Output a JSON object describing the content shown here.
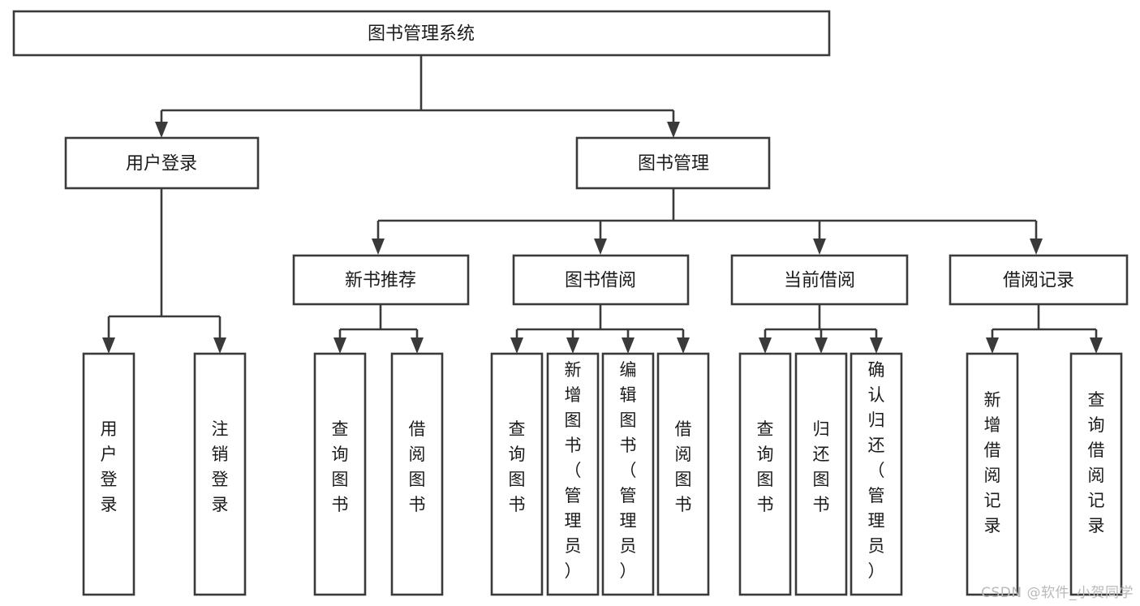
{
  "diagram": {
    "type": "tree",
    "title": "图书管理系统",
    "orientation": "top-down",
    "root": {
      "id": "root",
      "label": "图书管理系统",
      "text_direction": "horizontal"
    },
    "level1": [
      {
        "id": "user-login",
        "label": "用户登录",
        "text_direction": "horizontal"
      },
      {
        "id": "book-manage",
        "label": "图书管理",
        "text_direction": "horizontal"
      }
    ],
    "level2": [
      {
        "id": "new-book-recommend",
        "label": "新书推荐",
        "parent": "book-manage",
        "text_direction": "horizontal"
      },
      {
        "id": "book-borrow",
        "label": "图书借阅",
        "parent": "book-manage",
        "text_direction": "horizontal"
      },
      {
        "id": "current-borrow",
        "label": "当前借阅",
        "parent": "book-manage",
        "text_direction": "horizontal"
      },
      {
        "id": "borrow-record",
        "label": "借阅记录",
        "parent": "book-manage",
        "text_direction": "horizontal"
      }
    ],
    "leaves": [
      {
        "id": "leaf-user-login",
        "label": "用户登录",
        "parent": "user-login",
        "text_direction": "vertical"
      },
      {
        "id": "leaf-logout",
        "label": "注销登录",
        "parent": "user-login",
        "text_direction": "vertical"
      },
      {
        "id": "leaf-query-book-1",
        "label": "查询图书",
        "parent": "new-book-recommend",
        "text_direction": "vertical"
      },
      {
        "id": "leaf-borrow-book-1",
        "label": "借阅图书",
        "parent": "new-book-recommend",
        "text_direction": "vertical"
      },
      {
        "id": "leaf-query-book-2",
        "label": "查询图书",
        "parent": "book-borrow",
        "text_direction": "vertical"
      },
      {
        "id": "leaf-add-book",
        "label": "新增图书（管理员）",
        "parent": "book-borrow",
        "text_direction": "vertical"
      },
      {
        "id": "leaf-edit-book",
        "label": "编辑图书（管理员）",
        "parent": "book-borrow",
        "text_direction": "vertical"
      },
      {
        "id": "leaf-borrow-book-2",
        "label": "借阅图书",
        "parent": "book-borrow",
        "text_direction": "vertical"
      },
      {
        "id": "leaf-query-book-3",
        "label": "查询图书",
        "parent": "current-borrow",
        "text_direction": "vertical"
      },
      {
        "id": "leaf-return-book",
        "label": "归还图书",
        "parent": "current-borrow",
        "text_direction": "vertical"
      },
      {
        "id": "leaf-confirm-return",
        "label": "确认归还（管理员）",
        "parent": "current-borrow",
        "text_direction": "vertical"
      },
      {
        "id": "leaf-add-record",
        "label": "新增借阅记录",
        "parent": "borrow-record",
        "text_direction": "vertical"
      },
      {
        "id": "leaf-query-record",
        "label": "查询借阅记录",
        "parent": "borrow-record",
        "text_direction": "vertical"
      }
    ]
  },
  "watermark": {
    "text": "CSDN @软件_小贺同学"
  },
  "colors": {
    "stroke": "#3a3a3a",
    "fill": "#ffffff",
    "text": "#1b1b1b",
    "watermark": "#b9b9b9"
  }
}
